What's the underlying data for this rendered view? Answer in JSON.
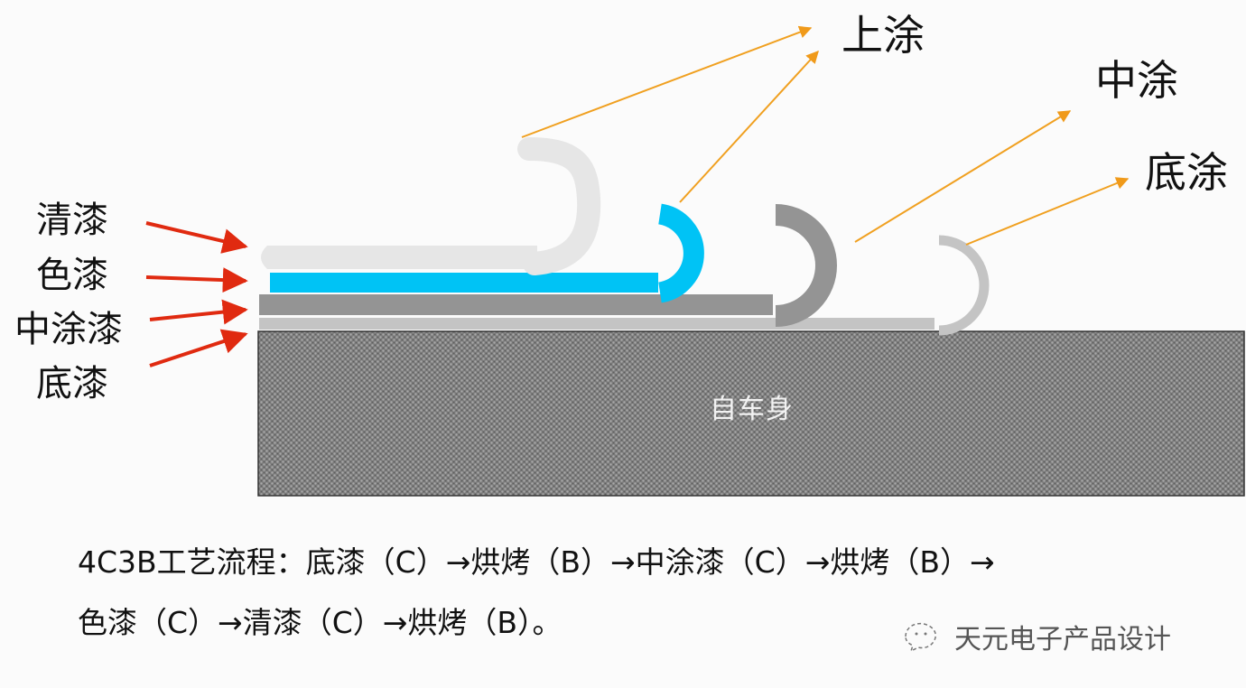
{
  "diagram": {
    "type": "paint-layer-cross-section",
    "left_labels": [
      {
        "text": "清漆",
        "target": "clear-coat"
      },
      {
        "text": "色漆",
        "target": "color-coat"
      },
      {
        "text": "中涂漆",
        "target": "primer-surfacer"
      },
      {
        "text": "底漆",
        "target": "e-coat"
      }
    ],
    "right_labels": [
      {
        "text": "上涂",
        "targets": [
          "clear-coat",
          "color-coat"
        ]
      },
      {
        "text": "中涂",
        "targets": [
          "primer-surfacer"
        ]
      },
      {
        "text": "底涂",
        "targets": [
          "e-coat"
        ]
      }
    ],
    "substrate_label": "自车身",
    "layers": [
      {
        "id": "clear-coat",
        "color": "#e6e6e6"
      },
      {
        "id": "color-coat",
        "color": "#00c3f5"
      },
      {
        "id": "primer-surfacer",
        "color": "#949494"
      },
      {
        "id": "e-coat",
        "color": "#c4c4c4"
      }
    ],
    "colors": {
      "left_arrow": "#e02a10",
      "right_arrow": "#f0a020",
      "substrate": "#7a7a7a"
    }
  },
  "caption": {
    "line1": "4C3B工艺流程：底漆（C）→烘烤（B）→中涂漆（C）→烘烤（B）→",
    "line2": "色漆（C）→清漆（C）→烘烤（B）。"
  },
  "watermark": {
    "text": "天元电子产品设计",
    "icon": "wechat-icon"
  }
}
